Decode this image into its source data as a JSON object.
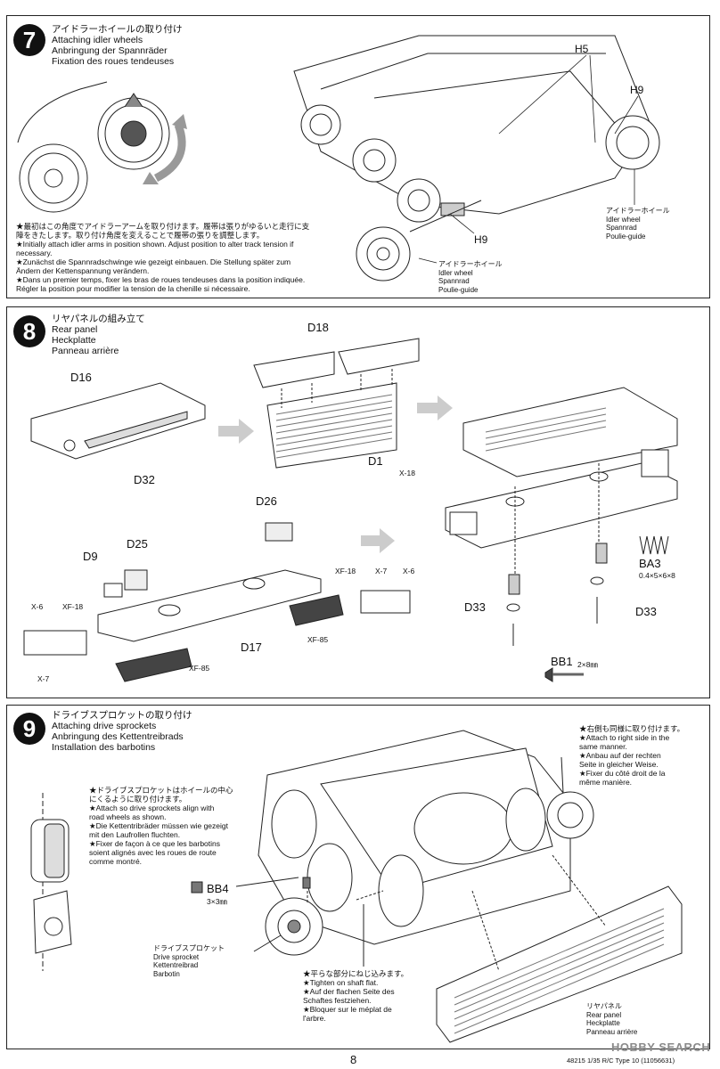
{
  "page_number": "8",
  "footer_code": "48215  1/35 R/C Type 10  (11056631)",
  "watermark": "HOBBY SEARCH",
  "step7": {
    "number": "7",
    "title_jp": "アイドラーホイールの取り付け",
    "title_en": "Attaching idler wheels",
    "title_de": "Anbringung der Spannräder",
    "title_fr": "Fixation des roues tendeuses",
    "notes": [
      "★最初はこの角度でアイドラーアームを取り付けます。履帯は張りがゆるいと走行に支",
      "障をきたします。取り付け角度を変えることで履帯の張りを調整します。",
      "★Initially attach idler arms in position shown. Adjust position to alter track tension if",
      "necessary.",
      "★Zunächst die Spannradschwinge wie gezeigt einbauen. Die Stellung später zum",
      "Ändern der Kettenspannung verändern.",
      "★Dans un premier temps, fixer les bras de roues tendeuses dans la position indiquée.",
      "Régler la position pour modifier la tension de la chenille si nécessaire."
    ],
    "part_h5": "H5",
    "part_h9_top": "H9",
    "part_h9_bottom": "H9",
    "idler_right": [
      "アイドラーホイール",
      "Idler wheel",
      "Spannrad",
      "Poulie-guide"
    ],
    "idler_bottom": [
      "アイドラーホイール",
      "Idler wheel",
      "Spannrad",
      "Poulie-guide"
    ]
  },
  "step8": {
    "number": "8",
    "title_jp": "リヤパネルの組み立て",
    "title_en": "Rear panel",
    "title_de": "Heckplatte",
    "title_fr": "Panneau arrière",
    "parts": {
      "d16": "D16",
      "d32": "D32",
      "d18": "D18",
      "d1": "D1",
      "d26": "D26",
      "d25": "D25",
      "d9": "D9",
      "d17": "D17",
      "d33a": "D33",
      "d33b": "D33",
      "ba3": "BA3",
      "ba3_size": "0.4×5×6×8",
      "bb1": "BB1",
      "bb1_size": "2×8㎜"
    },
    "paints": {
      "x18_d1": "X-18",
      "xf18_a": "XF-18",
      "x7_a": "X-7",
      "x6_a": "X-6",
      "xf85_a": "XF-85",
      "x6_b": "X-6",
      "xf18_b": "XF-18",
      "x7_b": "X-7",
      "xf85_b": "XF-85"
    }
  },
  "step9": {
    "number": "9",
    "title_jp": "ドライブスプロケットの取り付け",
    "title_en": "Attaching drive sprockets",
    "title_de": "Anbringung des Kettentreibrads",
    "title_fr": "Installation des barbotins",
    "align_notes": [
      "★ドライブスプロケットはホイールの中心",
      "にくるように取り付けます。",
      "★Attach so drive sprockets align with",
      "road wheels as shown.",
      "★Die Kettentribräder müssen wie gezeigt",
      "mit den Laufrollen fluchten.",
      "★Fixer de façon à ce que les barbotins",
      "soient alignés avec les roues de route",
      "comme montré."
    ],
    "right_side_notes": [
      "★右側も同様に取り付けます。",
      "★Attach to right side in the",
      "same manner.",
      "★Anbau auf der rechten",
      "Seite in gleicher Weise.",
      "★Fixer du côté droit de la",
      "même manière."
    ],
    "bb4": "BB4",
    "bb4_size": "3×3㎜",
    "sprocket_label": [
      "ドライブスプロケット",
      "Drive sprocket",
      "Kettentreibrad",
      "Barbotin"
    ],
    "shaft_notes": [
      "★平らな部分にねじ込みます。",
      "★Tighten on shaft flat.",
      "★Auf der flachen Seite des",
      "Schaftes festziehen.",
      "★Bloquer sur le méplat de",
      "l'arbre."
    ],
    "rear_panel_label": [
      "リヤパネル",
      "Rear panel",
      "Heckplatte",
      "Panneau arrière"
    ]
  }
}
